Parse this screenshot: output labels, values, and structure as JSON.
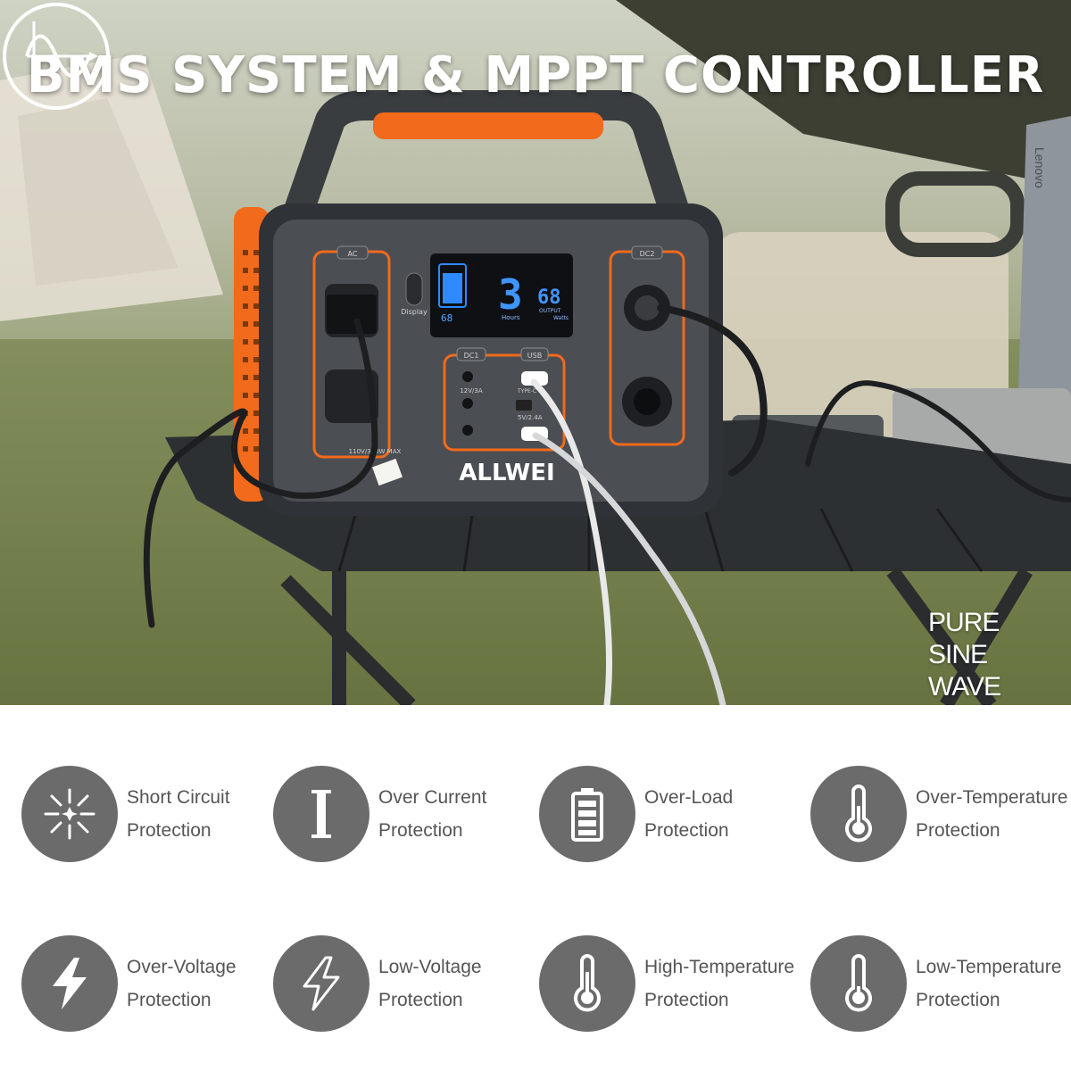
{
  "headline": "BMS SYSTEM & MPPT CONTROLLER",
  "product": {
    "brand": "ALLWEI",
    "labels": {
      "ac": "AC",
      "dc1": "DC1",
      "dc2": "DC2",
      "usb": "USB",
      "display": "Display",
      "ac_rating": "110V/300W MAX",
      "dc_rating": "12V/3A",
      "usb_rating": "5V/2.4A",
      "typec": "TYPE-C"
    },
    "screen": {
      "battery_percent": "68",
      "hours_value": "3",
      "hours_label": "Hours",
      "output_value": "68",
      "output_label": "OUTPUT",
      "watts_label": "Watts"
    },
    "laptop_brand": "Lenovo"
  },
  "badge": {
    "icon": "sine-wave-icon",
    "label_line1": "PURE SINE",
    "label_line2": "WAVE"
  },
  "features": [
    {
      "icon": "spark-burst-icon",
      "line1": "Short Circuit",
      "line2": "Protection"
    },
    {
      "icon": "current-bar-icon",
      "line1": "Over Current",
      "line2": "Protection"
    },
    {
      "icon": "battery-icon",
      "line1": "Over-Load",
      "line2": "Protection"
    },
    {
      "icon": "thermometer-icon",
      "line1": "Over-Temperature",
      "line2": "Protection"
    },
    {
      "icon": "lightning-icon",
      "line1": "Over-Voltage",
      "line2": "Protection"
    },
    {
      "icon": "lightning-outline-icon",
      "line1": "Low-Voltage",
      "line2": "Protection"
    },
    {
      "icon": "thermometer-icon",
      "line1": "High-Temperature",
      "line2": "Protection"
    },
    {
      "icon": "thermometer-icon",
      "line1": "Low-Temperature",
      "line2": "Protection"
    }
  ],
  "colors": {
    "accent_orange": "#f26a1b",
    "icon_circle": "#6b6b6b",
    "feature_text": "#555555"
  }
}
